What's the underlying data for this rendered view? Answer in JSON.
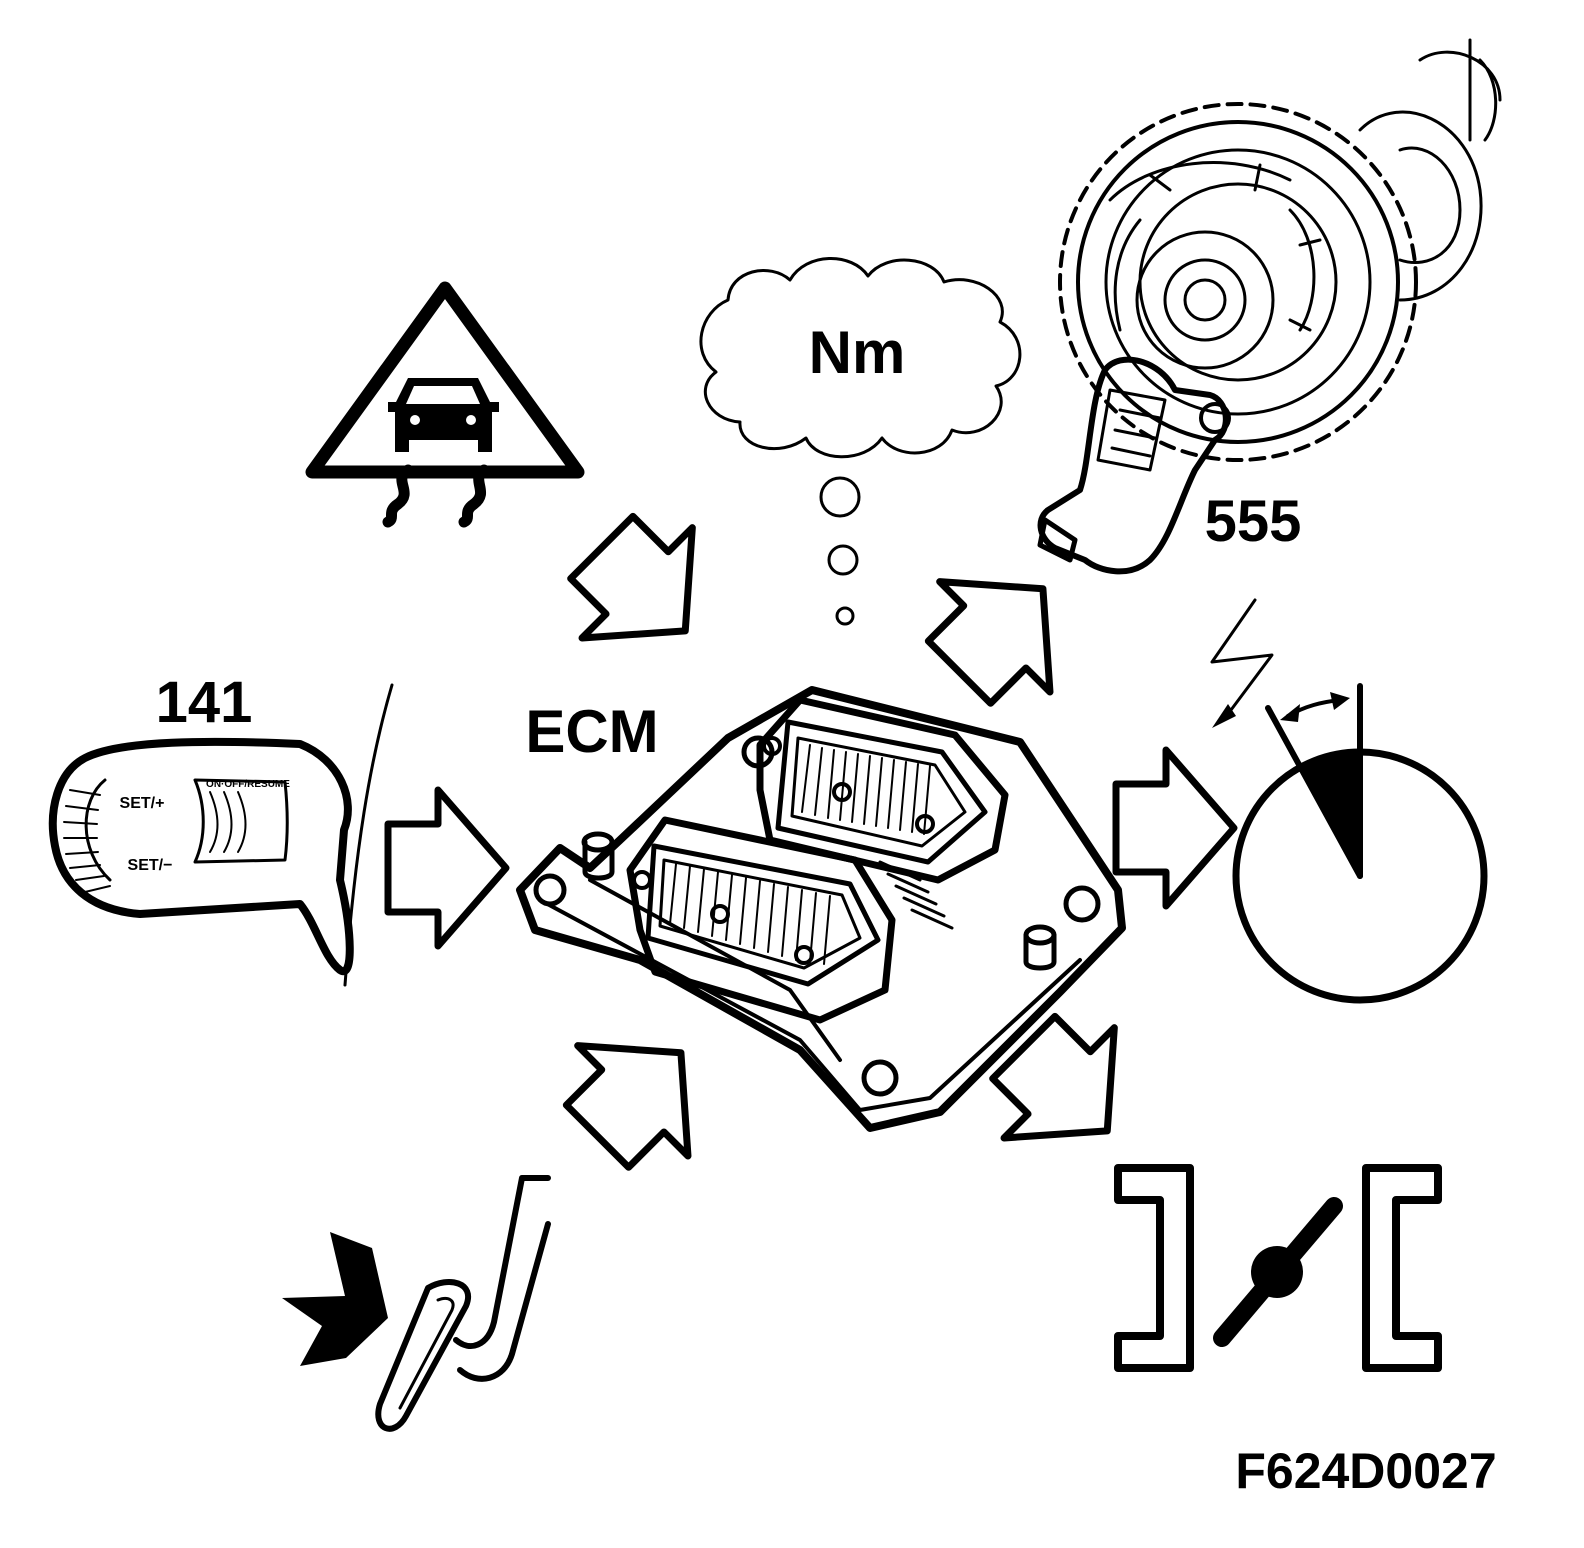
{
  "labels": {
    "torque": "Nm",
    "ecm": "ECM",
    "cruise_switch_num": "141",
    "camshaft_sensor_num": "555",
    "figure_code": "F624D0027"
  },
  "switch_text": {
    "set_plus": "SET/+",
    "set_minus": "SET/−",
    "resume": "ON·OFF/RESUME"
  },
  "colors": {
    "ink": "#000000",
    "paper": "#ffffff"
  }
}
